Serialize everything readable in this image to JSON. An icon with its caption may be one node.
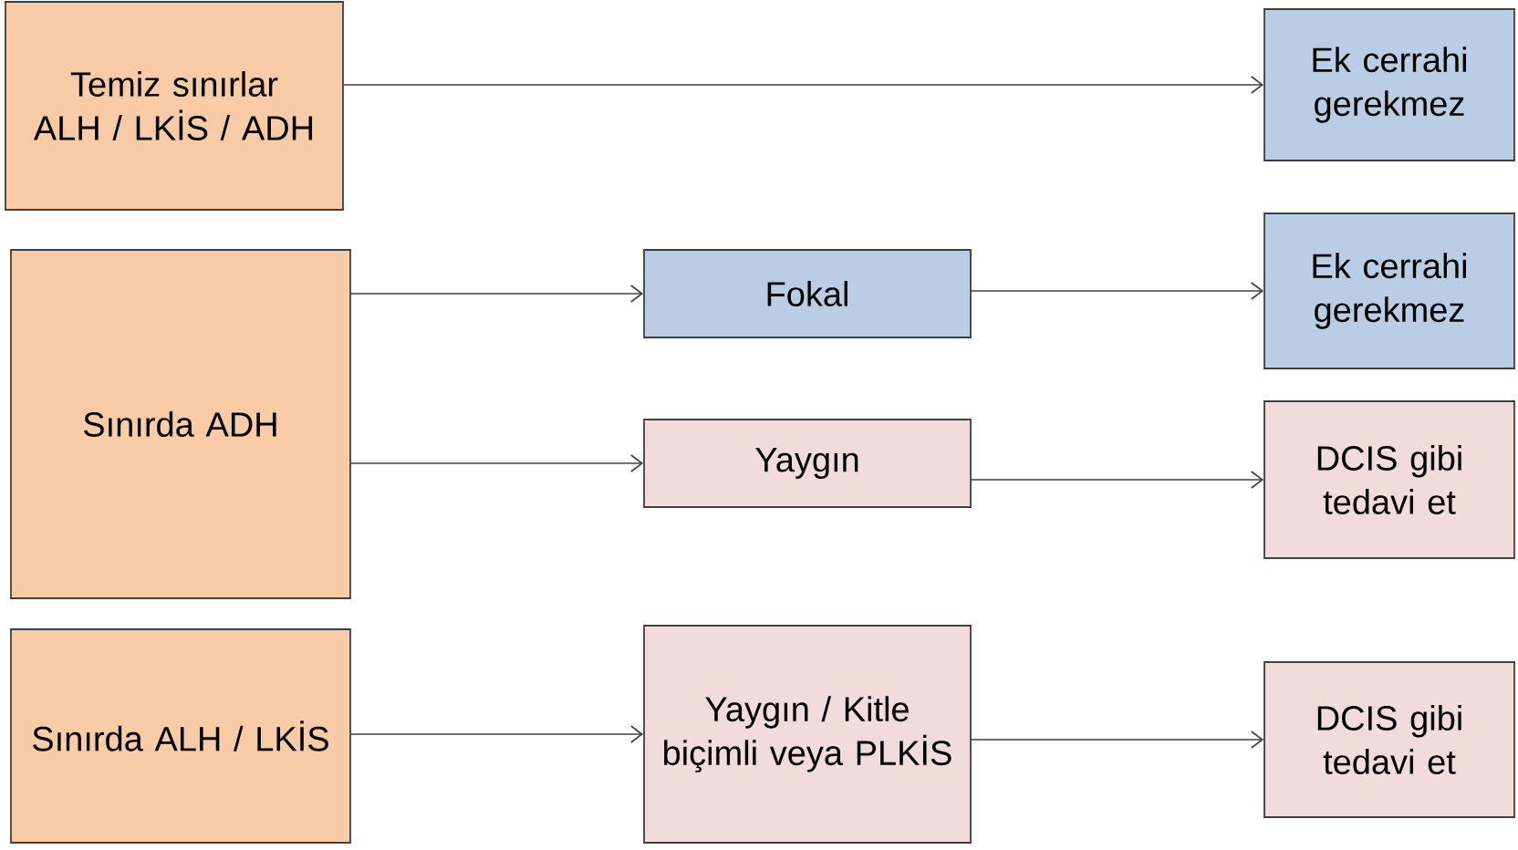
{
  "diagram": {
    "nodes": [
      {
        "text": [
          "Temiz sınırlar ALH / LKİS / ADH"
        ]
      },
      {
        "text": [
          "Ek cerrahi gerekmez"
        ]
      },
      {
        "text": [
          "Sınırda ADH"
        ]
      },
      {
        "text": [
          "Fokal"
        ]
      },
      {
        "text": [
          "Ek cerrahi gerekmez"
        ]
      },
      {
        "text": [
          "Yaygın"
        ]
      },
      {
        "text": [
          "DCIS gibi tedavi et"
        ]
      },
      {
        "text": [
          "Sınırda ALH / LKİS"
        ]
      },
      {
        "text": [
          "Yaygın / Kitle biçimli veya PLKİS"
        ]
      },
      {
        "text": [
          "DCIS gibi tedavi et"
        ]
      }
    ],
    "edges": [
      {
        "from": 0,
        "to": 1,
        "arrow": "to"
      },
      {
        "from": 2,
        "to": 3,
        "arrow": "to"
      },
      {
        "from": 3,
        "to": 4,
        "arrow": "to"
      },
      {
        "from": 2,
        "to": 5,
        "arrow": "to"
      },
      {
        "from": 5,
        "to": 6,
        "arrow": "to"
      },
      {
        "from": 7,
        "to": 8,
        "arrow": "to"
      },
      {
        "from": 8,
        "to": 9,
        "arrow": "to"
      }
    ]
  }
}
